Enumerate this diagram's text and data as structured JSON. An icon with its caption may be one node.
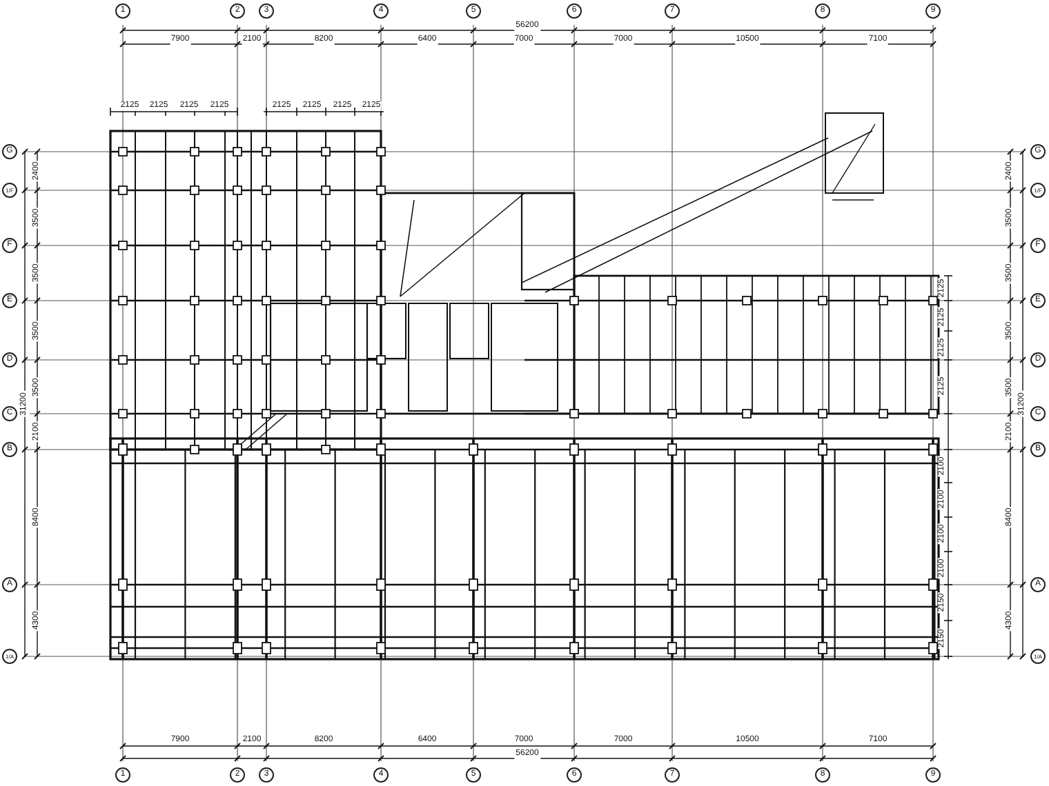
{
  "diagram": {
    "labels": [
      "1",
      "2",
      "3",
      "4",
      "5",
      "6",
      "7",
      "8",
      "9",
      "56200",
      "7900",
      "2100",
      "8200",
      "6400",
      "7000",
      "7000",
      "10500",
      "7100",
      "2125",
      "2125",
      "2125",
      "2125",
      "2125",
      "2125",
      "2125",
      "2125",
      "G",
      "1/F",
      "F",
      "E",
      "D",
      "C",
      "B",
      "A",
      "1/A",
      "2400",
      "3500",
      "3500",
      "3500",
      "3500",
      "2100",
      "8400",
      "4300",
      "31200",
      "2125",
      "2125",
      "2125",
      "2125",
      "2100",
      "2100",
      "2100",
      "2100",
      "2150",
      "2150",
      "2400",
      "3500",
      "3500",
      "3500",
      "3500",
      "2100",
      "8400",
      "4300",
      "31200",
      "G",
      "1/F",
      "F",
      "E",
      "D",
      "C",
      "B",
      "A",
      "1/A",
      "7900",
      "2100",
      "8200",
      "6400",
      "7000",
      "7000",
      "10500",
      "7100",
      "56200",
      "1",
      "2",
      "3",
      "4",
      "5",
      "6",
      "7",
      "8",
      "9"
    ]
  }
}
